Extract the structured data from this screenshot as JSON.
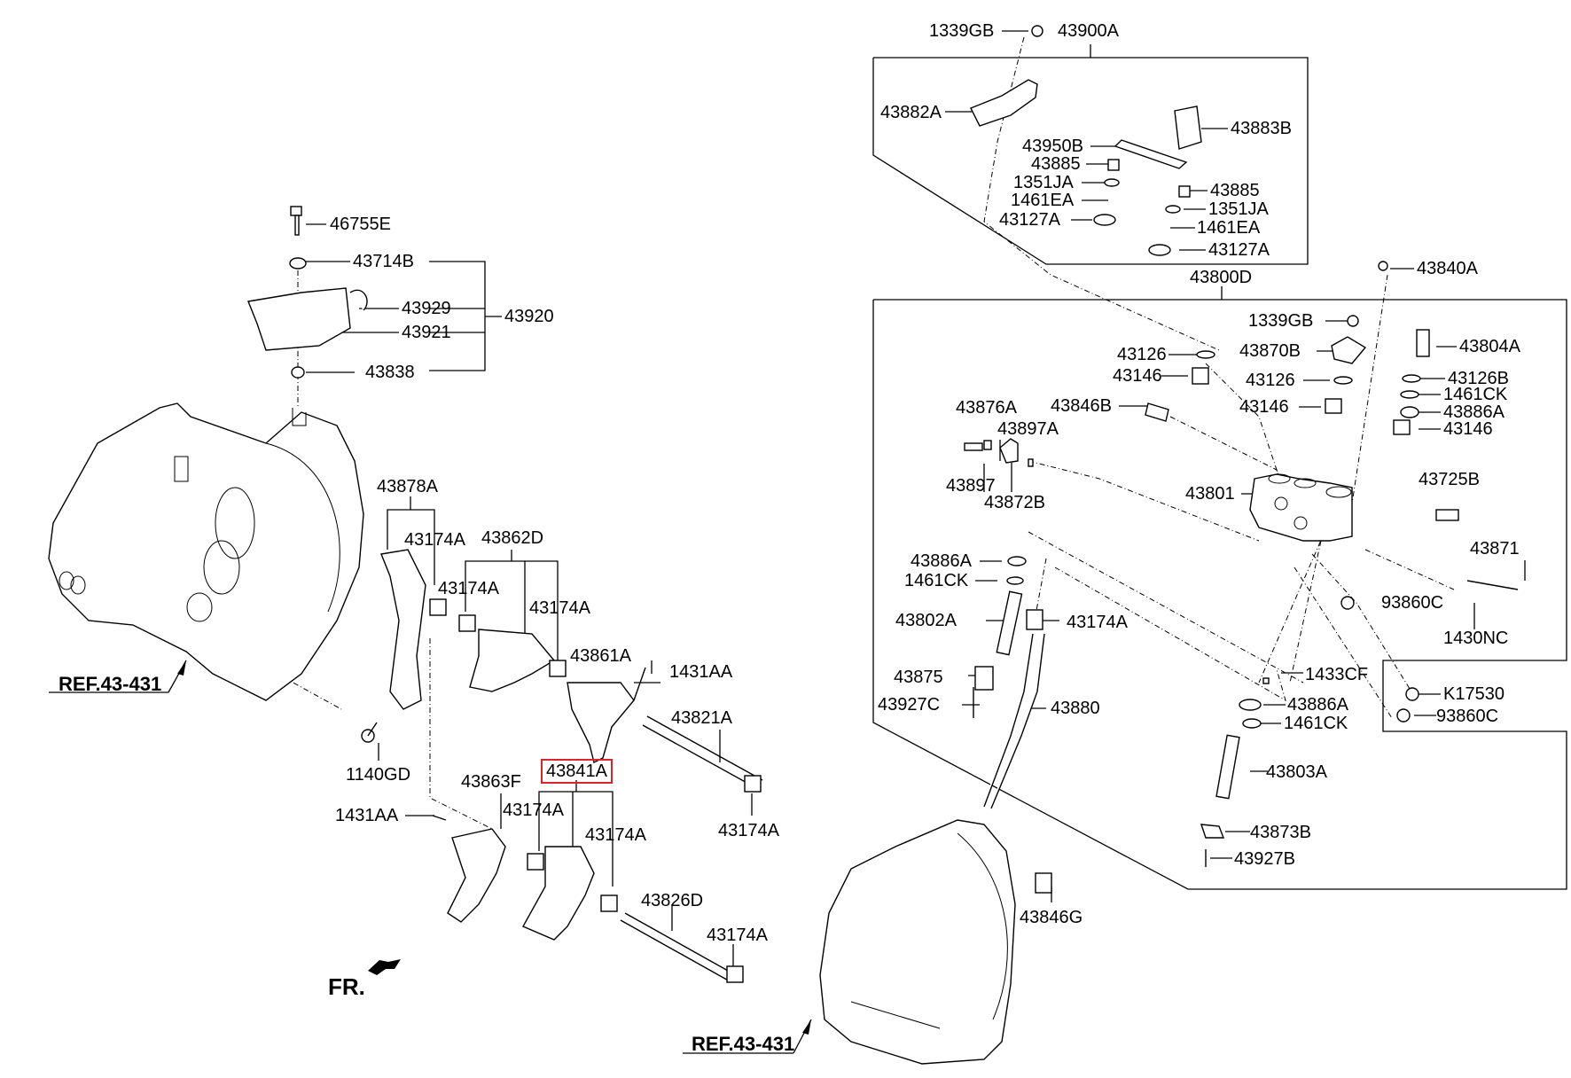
{
  "diagram": {
    "title": "Transmission gear shift control parts diagram",
    "highlight_color": "#d9262c",
    "reference_labels": [
      "REF.43-431",
      "REF.43-431"
    ],
    "direction_label": "FR.",
    "highlighted_part": "43841A",
    "groups": {
      "g43900A": "43900A",
      "g43800D": "43800D",
      "g43920": "43920",
      "g43878A": "43878A",
      "g43862D": "43862D",
      "g43841A": "43841A"
    },
    "labels": {
      "l_1339GB_top": "1339GB",
      "l_43900A": "43900A",
      "l_43882A": "43882A",
      "l_43883B": "43883B",
      "l_43950B": "43950B",
      "l_43885_a": "43885",
      "l_1351JA_a": "1351JA",
      "l_1461EA_a": "1461EA",
      "l_43127A_a": "43127A",
      "l_43885_b": "43885",
      "l_1351JA_b": "1351JA",
      "l_1461EA_b": "1461EA",
      "l_43127A_b": "43127A",
      "l_43800D": "43800D",
      "l_43840A": "43840A",
      "l_1339GB_mid": "1339GB",
      "l_43870B": "43870B",
      "l_43804A": "43804A",
      "l_43126_a": "43126",
      "l_43146_a": "43146",
      "l_43126_b": "43126",
      "l_43146_b": "43146",
      "l_43126B": "43126B",
      "l_1461CK_a": "1461CK",
      "l_43886A_a": "43886A",
      "l_43146_c": "43146",
      "l_43876A": "43876A",
      "l_43846B": "43846B",
      "l_43897A": "43897A",
      "l_43897": "43897",
      "l_43872B": "43872B",
      "l_43801": "43801",
      "l_43725B": "43725B",
      "l_43871": "43871",
      "l_43886A_b": "43886A",
      "l_1461CK_b": "1461CK",
      "l_93860C_a": "93860C",
      "l_1430NC": "1430NC",
      "l_43802A": "43802A",
      "l_43174A_r": "43174A",
      "l_1433CF": "1433CF",
      "l_43875": "43875",
      "l_K17530": "K17530",
      "l_43927C": "43927C",
      "l_43880": "43880",
      "l_43886A_c": "43886A",
      "l_93860C_b": "93860C",
      "l_1461CK_c": "1461CK",
      "l_43803A": "43803A",
      "l_43873B": "43873B",
      "l_43927B": "43927B",
      "l_43846G": "43846G",
      "l_46755E": "46755E",
      "l_43714B": "43714B",
      "l_43929": "43929",
      "l_43920": "43920",
      "l_43921": "43921",
      "l_43838": "43838",
      "l_43878A": "43878A",
      "l_43174A_1": "43174A",
      "l_43862D": "43862D",
      "l_43174A_2": "43174A",
      "l_43174A_3": "43174A",
      "l_43861A": "43861A",
      "l_1431AA_a": "1431AA",
      "l_43821A": "43821A",
      "l_1140GD": "1140GD",
      "l_43841A": "43841A",
      "l_43863F": "43863F",
      "l_43174A_4": "43174A",
      "l_1431AA_b": "1431AA",
      "l_43174A_5": "43174A",
      "l_43174A_6": "43174A",
      "l_43826D": "43826D",
      "l_43174A_7": "43174A"
    }
  }
}
